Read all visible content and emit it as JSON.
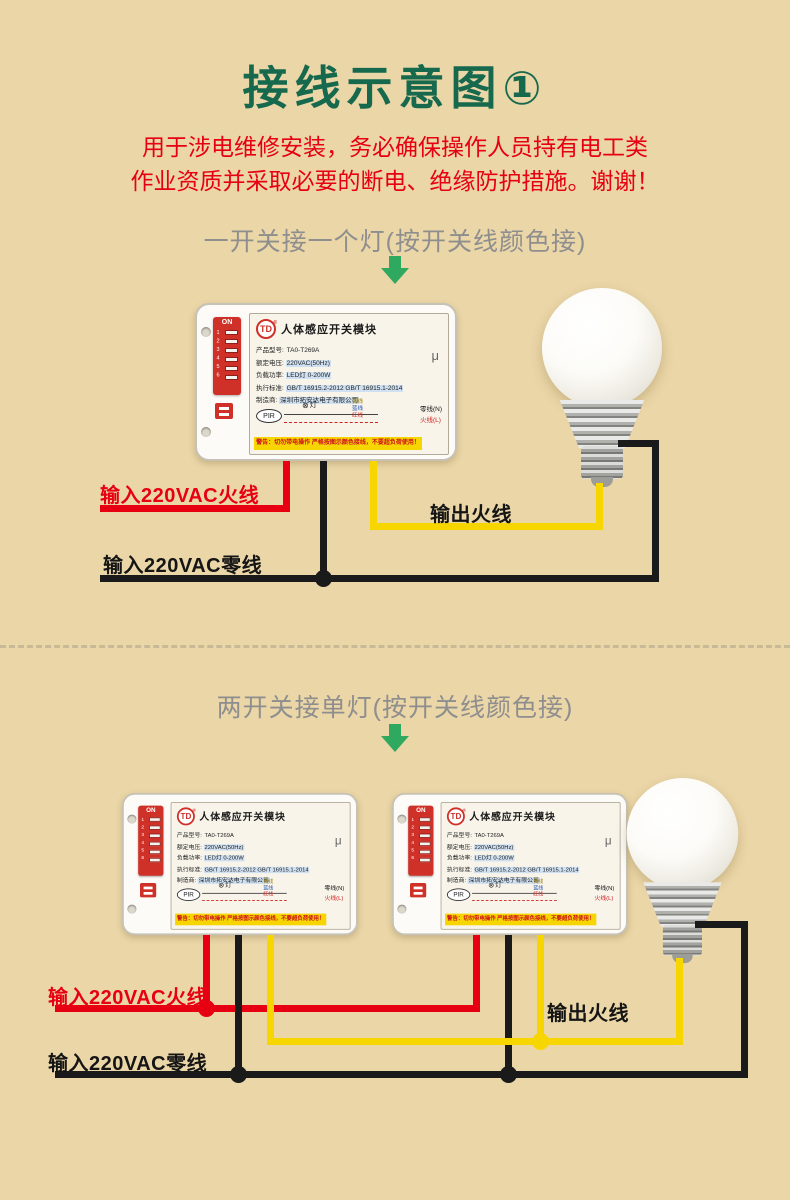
{
  "page": {
    "title": "接线示意图①",
    "warning_line1": "用于涉电维修安装，务必确保操作人员持有电工类",
    "warning_line2": "作业资质并采取必要的断电、绝缘防护措施。谢谢！",
    "colors": {
      "title_green": "#17694d",
      "warning_red": "#e60012",
      "heading_gray": "#8e8e8e",
      "arrow_green": "#2fa95f",
      "wire_red": "#e60012",
      "wire_black": "#1a1a1a",
      "wire_yellow": "#f7d600",
      "background_tan": "#ebd6a7"
    }
  },
  "section1": {
    "heading": "一开关接一个灯(按开关线颜色接)",
    "label_live_in": "输入220VAC火线",
    "label_neutral_in": "输入220VAC零线",
    "label_live_out": "输出火线"
  },
  "section2": {
    "heading": "两开关接单灯(按开关线颜色接)",
    "label_live_in": "输入220VAC火线",
    "label_neutral_in": "输入220VAC零线",
    "label_live_out": "输出火线"
  },
  "module": {
    "brand": "TD",
    "brand_reg": "®",
    "title": "人体感应开关模块",
    "mu": "μ",
    "dip_on": "ON",
    "dip_numbers": "123456",
    "pir": "PIR",
    "specs": [
      {
        "k": "产品型号:",
        "v": "TA0-T269A"
      },
      {
        "k": "额定电压:",
        "v": "220VAC(50Hz)"
      },
      {
        "k": "负载功率:",
        "v": "LED灯 0-200W"
      },
      {
        "k": "执行标准:",
        "v": "GB/T 16915.2-2012 GB/T 16915.1-2014"
      },
      {
        "k": "制造商:",
        "v": "深圳市拓安达电子有限公司"
      }
    ],
    "mini": {
      "lamp": "灯",
      "neutral": "零线(N)",
      "live": "火线(L)",
      "wire_yellow": "黄线",
      "wire_blue": "蓝线",
      "wire_red": "红线"
    },
    "warning_strip": "警告：切勿带电操作 严格按图示颜色接线，不要超负荷使用！"
  }
}
